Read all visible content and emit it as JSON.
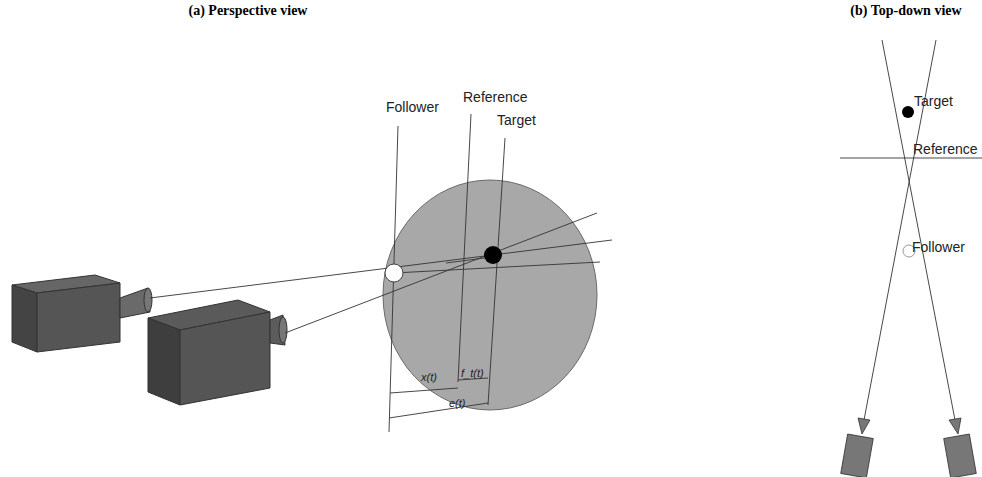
{
  "diagram": {
    "labels": [
      "(a) Perspective view",
      "(b) Top-down view",
      "Follower",
      "Reference",
      "Target",
      "x(t)",
      "f_t(t)",
      "e(t)",
      "Target",
      "Reference",
      "Follower"
    ]
  }
}
